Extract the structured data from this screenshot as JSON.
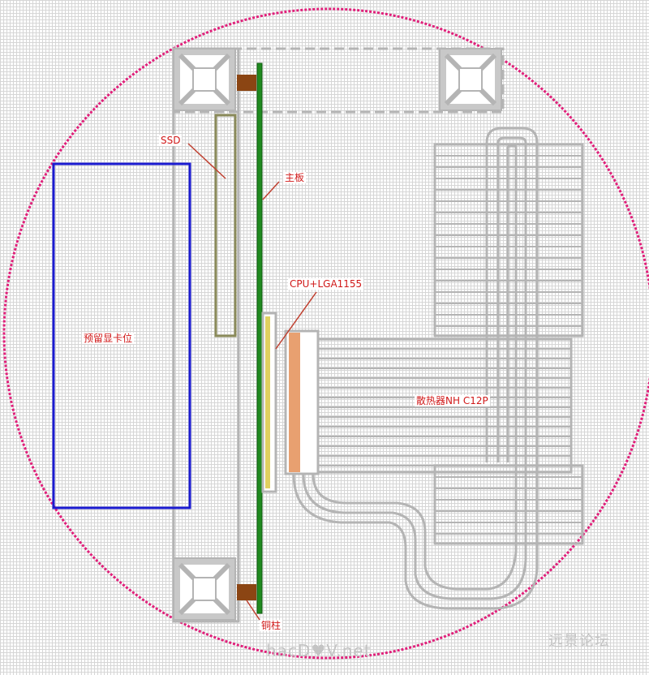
{
  "labels": {
    "ssd": "SSD",
    "motherboard": "主板",
    "cpu": "CPU+LGA1155",
    "reserved_gpu": "预留显卡位",
    "heatsink": "散热器NH C12P",
    "standoff": "铜柱"
  },
  "watermarks": {
    "left": "hacD♥V.net",
    "right": "远景论坛"
  },
  "colors": {
    "grid": "#d6d6d6",
    "circle": "#e0207a",
    "gpu_outline": "#1b1bd0",
    "motherboard": "#1f8a1f",
    "ssd_outline": "#8a8a5a",
    "standoff": "#8b4513",
    "cpu_socket": "#e8a070",
    "cpu_chip": "#e0d060",
    "structure": "#b4b4b4",
    "label_text": "#d01818"
  }
}
